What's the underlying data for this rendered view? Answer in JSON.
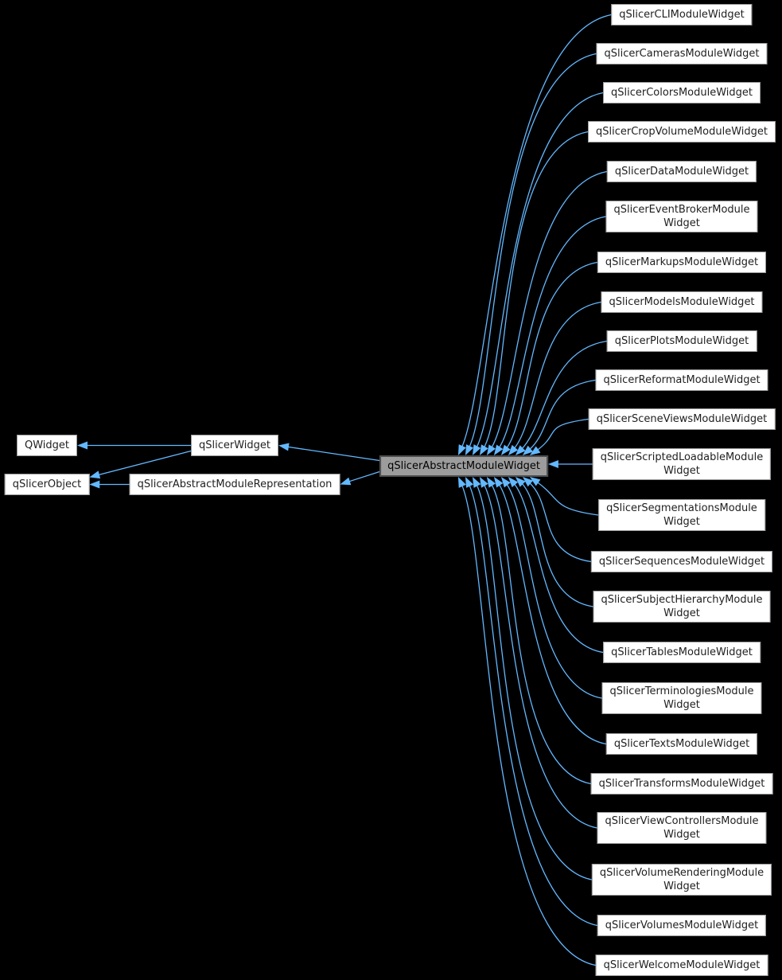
{
  "diagram": {
    "title": "qSlicerAbstractModuleWidget inheritance graph",
    "colors": {
      "background": "#000000",
      "arrow": "#63b8ff",
      "node_fill": "#ffffff",
      "node_border": "#9a9a9a",
      "node_text": "#1f1f1f",
      "highlight_fill": "#9c9c9c",
      "highlight_border": "#4e4e4e",
      "highlight_text": "#000000"
    },
    "nodes": [
      {
        "id": "QWidget",
        "label": "QWidget",
        "highlight": false
      },
      {
        "id": "qSlicerObject",
        "label": "qSlicerObject",
        "highlight": false
      },
      {
        "id": "qSlicerWidget",
        "label": "qSlicerWidget",
        "highlight": false
      },
      {
        "id": "qSlicerAbstractModuleRepresentation",
        "label": "qSlicerAbstractModuleRepresentation",
        "highlight": false
      },
      {
        "id": "qSlicerAbstractModuleWidget",
        "label": "qSlicerAbstractModuleWidget",
        "highlight": true
      },
      {
        "id": "qSlicerCLIModuleWidget",
        "label": "qSlicerCLIModuleWidget",
        "highlight": false
      },
      {
        "id": "qSlicerCamerasModuleWidget",
        "label": "qSlicerCamerasModuleWidget",
        "highlight": false
      },
      {
        "id": "qSlicerColorsModuleWidget",
        "label": "qSlicerColorsModuleWidget",
        "highlight": false
      },
      {
        "id": "qSlicerCropVolumeModuleWidget",
        "label": "qSlicerCropVolumeModuleWidget",
        "highlight": false
      },
      {
        "id": "qSlicerDataModuleWidget",
        "label": "qSlicerDataModuleWidget",
        "highlight": false
      },
      {
        "id": "qSlicerEventBrokerModuleWidget",
        "label": "qSlicerEventBrokerModule\nWidget",
        "highlight": false
      },
      {
        "id": "qSlicerMarkupsModuleWidget",
        "label": "qSlicerMarkupsModuleWidget",
        "highlight": false
      },
      {
        "id": "qSlicerModelsModuleWidget",
        "label": "qSlicerModelsModuleWidget",
        "highlight": false
      },
      {
        "id": "qSlicerPlotsModuleWidget",
        "label": "qSlicerPlotsModuleWidget",
        "highlight": false
      },
      {
        "id": "qSlicerReformatModuleWidget",
        "label": "qSlicerReformatModuleWidget",
        "highlight": false
      },
      {
        "id": "qSlicerSceneViewsModuleWidget",
        "label": "qSlicerSceneViewsModuleWidget",
        "highlight": false
      },
      {
        "id": "qSlicerScriptedLoadableModuleWidget",
        "label": "qSlicerScriptedLoadableModule\nWidget",
        "highlight": false
      },
      {
        "id": "qSlicerSegmentationsModuleWidget",
        "label": "qSlicerSegmentationsModule\nWidget",
        "highlight": false
      },
      {
        "id": "qSlicerSequencesModuleWidget",
        "label": "qSlicerSequencesModuleWidget",
        "highlight": false
      },
      {
        "id": "qSlicerSubjectHierarchyModuleWidget",
        "label": "qSlicerSubjectHierarchyModule\nWidget",
        "highlight": false
      },
      {
        "id": "qSlicerTablesModuleWidget",
        "label": "qSlicerTablesModuleWidget",
        "highlight": false
      },
      {
        "id": "qSlicerTerminologiesModuleWidget",
        "label": "qSlicerTerminologiesModule\nWidget",
        "highlight": false
      },
      {
        "id": "qSlicerTextsModuleWidget",
        "label": "qSlicerTextsModuleWidget",
        "highlight": false
      },
      {
        "id": "qSlicerTransformsModuleWidget",
        "label": "qSlicerTransformsModuleWidget",
        "highlight": false
      },
      {
        "id": "qSlicerViewControllersModuleWidget",
        "label": "qSlicerViewControllersModule\nWidget",
        "highlight": false
      },
      {
        "id": "qSlicerVolumeRenderingModuleWidget",
        "label": "qSlicerVolumeRenderingModule\nWidget",
        "highlight": false
      },
      {
        "id": "qSlicerVolumesModuleWidget",
        "label": "qSlicerVolumesModuleWidget",
        "highlight": false
      },
      {
        "id": "qSlicerWelcomeModuleWidget",
        "label": "qSlicerWelcomeModuleWidget",
        "highlight": false
      }
    ],
    "edges": [
      {
        "from": "qSlicerWidget",
        "to": "QWidget"
      },
      {
        "from": "qSlicerWidget",
        "to": "qSlicerObject"
      },
      {
        "from": "qSlicerAbstractModuleRepresentation",
        "to": "qSlicerObject"
      },
      {
        "from": "qSlicerAbstractModuleWidget",
        "to": "qSlicerWidget"
      },
      {
        "from": "qSlicerAbstractModuleWidget",
        "to": "qSlicerAbstractModuleRepresentation"
      },
      {
        "from": "qSlicerCLIModuleWidget",
        "to": "qSlicerAbstractModuleWidget"
      },
      {
        "from": "qSlicerCamerasModuleWidget",
        "to": "qSlicerAbstractModuleWidget"
      },
      {
        "from": "qSlicerColorsModuleWidget",
        "to": "qSlicerAbstractModuleWidget"
      },
      {
        "from": "qSlicerCropVolumeModuleWidget",
        "to": "qSlicerAbstractModuleWidget"
      },
      {
        "from": "qSlicerDataModuleWidget",
        "to": "qSlicerAbstractModuleWidget"
      },
      {
        "from": "qSlicerEventBrokerModuleWidget",
        "to": "qSlicerAbstractModuleWidget"
      },
      {
        "from": "qSlicerMarkupsModuleWidget",
        "to": "qSlicerAbstractModuleWidget"
      },
      {
        "from": "qSlicerModelsModuleWidget",
        "to": "qSlicerAbstractModuleWidget"
      },
      {
        "from": "qSlicerPlotsModuleWidget",
        "to": "qSlicerAbstractModuleWidget"
      },
      {
        "from": "qSlicerReformatModuleWidget",
        "to": "qSlicerAbstractModuleWidget"
      },
      {
        "from": "qSlicerSceneViewsModuleWidget",
        "to": "qSlicerAbstractModuleWidget"
      },
      {
        "from": "qSlicerScriptedLoadableModuleWidget",
        "to": "qSlicerAbstractModuleWidget"
      },
      {
        "from": "qSlicerSegmentationsModuleWidget",
        "to": "qSlicerAbstractModuleWidget"
      },
      {
        "from": "qSlicerSequencesModuleWidget",
        "to": "qSlicerAbstractModuleWidget"
      },
      {
        "from": "qSlicerSubjectHierarchyModuleWidget",
        "to": "qSlicerAbstractModuleWidget"
      },
      {
        "from": "qSlicerTablesModuleWidget",
        "to": "qSlicerAbstractModuleWidget"
      },
      {
        "from": "qSlicerTerminologiesModuleWidget",
        "to": "qSlicerAbstractModuleWidget"
      },
      {
        "from": "qSlicerTextsModuleWidget",
        "to": "qSlicerAbstractModuleWidget"
      },
      {
        "from": "qSlicerTransformsModuleWidget",
        "to": "qSlicerAbstractModuleWidget"
      },
      {
        "from": "qSlicerViewControllersModuleWidget",
        "to": "qSlicerAbstractModuleWidget"
      },
      {
        "from": "qSlicerVolumeRenderingModuleWidget",
        "to": "qSlicerAbstractModuleWidget"
      },
      {
        "from": "qSlicerVolumesModuleWidget",
        "to": "qSlicerAbstractModuleWidget"
      },
      {
        "from": "qSlicerWelcomeModuleWidget",
        "to": "qSlicerAbstractModuleWidget"
      }
    ]
  }
}
